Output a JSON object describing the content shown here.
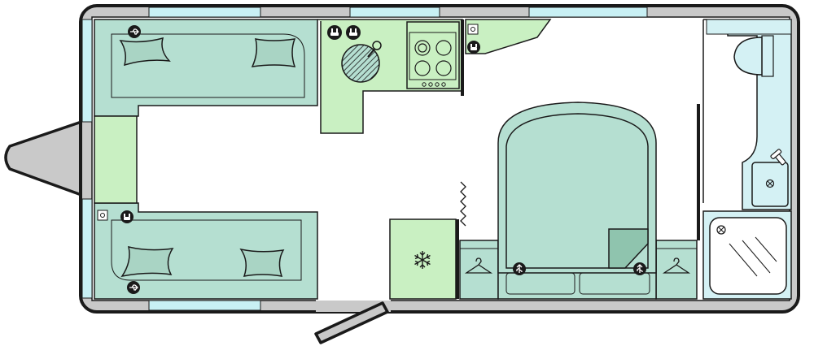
{
  "colors": {
    "outline": "#1a1a1a",
    "wall_grey": "#c9c9c9",
    "window_blue": "#c8f0f4",
    "seat_green": "#b5dfd1",
    "counter_green": "#c9f0c2",
    "washroom_blue": "#d4f1f4",
    "bed_green": "#b5dfd1",
    "pillow_green": "#a9d4c4",
    "drawbar_grey": "#c9c9c9"
  },
  "icons": {
    "usb": "usb-icon",
    "plug": "plug-icon",
    "socket": "tv-socket-icon",
    "snowflake": "snowflake-icon",
    "hanger": "coat-hanger-icon",
    "hob": "gas-hob-icon",
    "sink": "sink-icon",
    "toilet": "toilet-icon",
    "shower": "shower-icon",
    "tap": "tap-icon"
  },
  "fixtures": [
    "front-lounge",
    "kitchen",
    "fridge",
    "wardrobe",
    "island-bed",
    "washroom"
  ]
}
